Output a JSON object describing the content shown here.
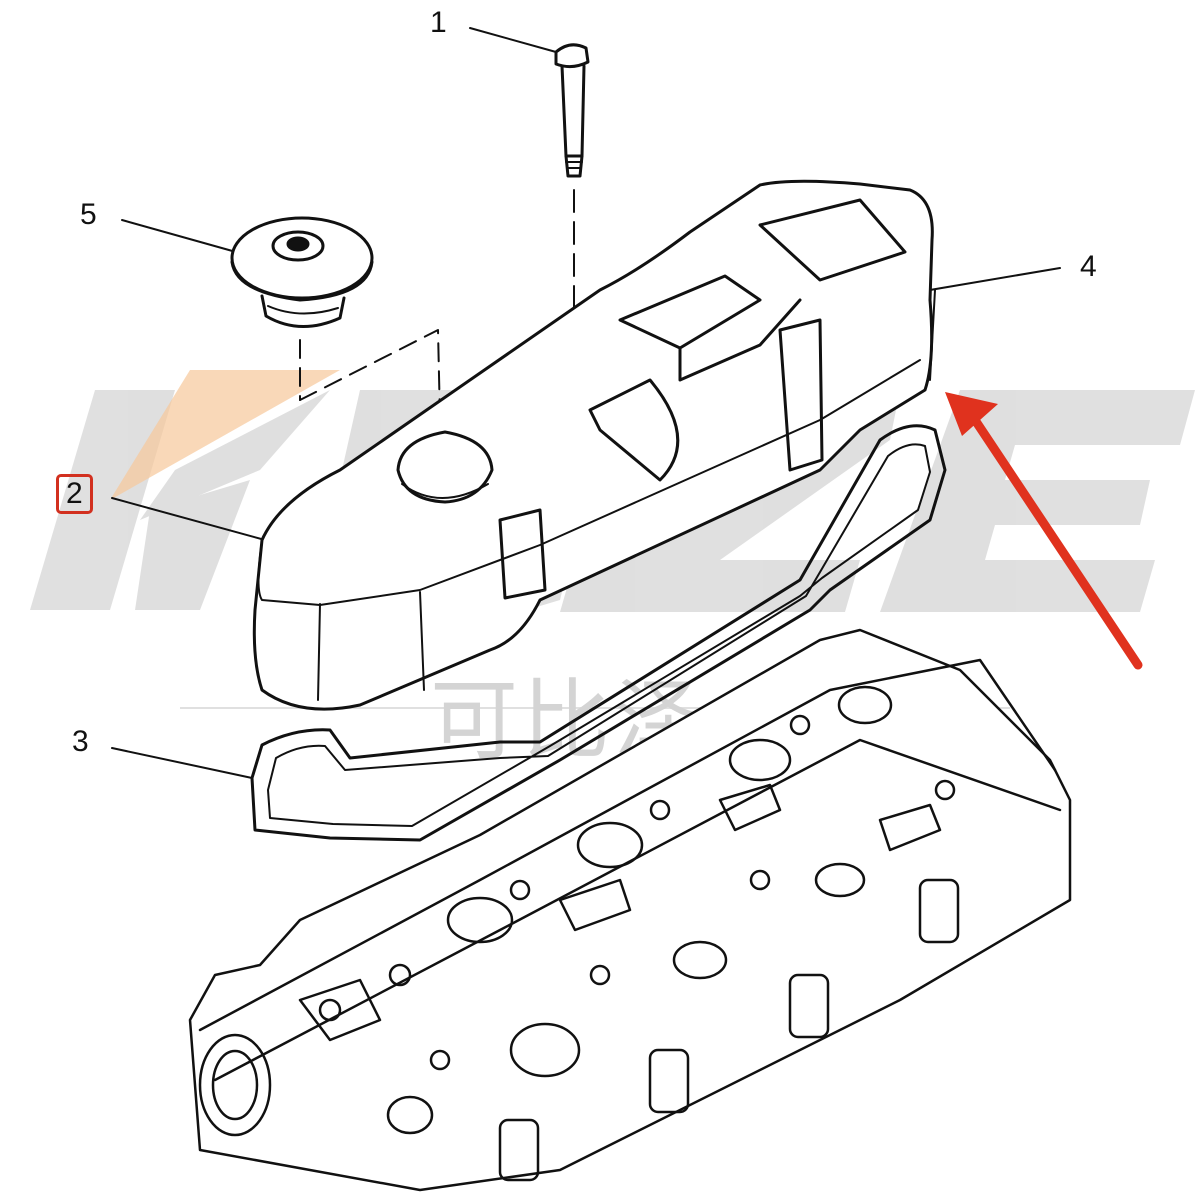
{
  "watermark": {
    "brand": "KBZE",
    "subtitle": "可比泽"
  },
  "callouts": [
    {
      "label": "1",
      "part": "bolt"
    },
    {
      "label": "2",
      "part": "valve-cover",
      "highlighted": true
    },
    {
      "label": "3",
      "part": "gasket"
    },
    {
      "label": "4",
      "part": "breather-pipe"
    },
    {
      "label": "5",
      "part": "oil-filler-cap"
    }
  ],
  "colors": {
    "line": "#111111",
    "watermark": "#d8d8d8",
    "watermark_accent": "#f6c89a",
    "highlight": "#d2301f",
    "arrow": "#e0321e"
  }
}
